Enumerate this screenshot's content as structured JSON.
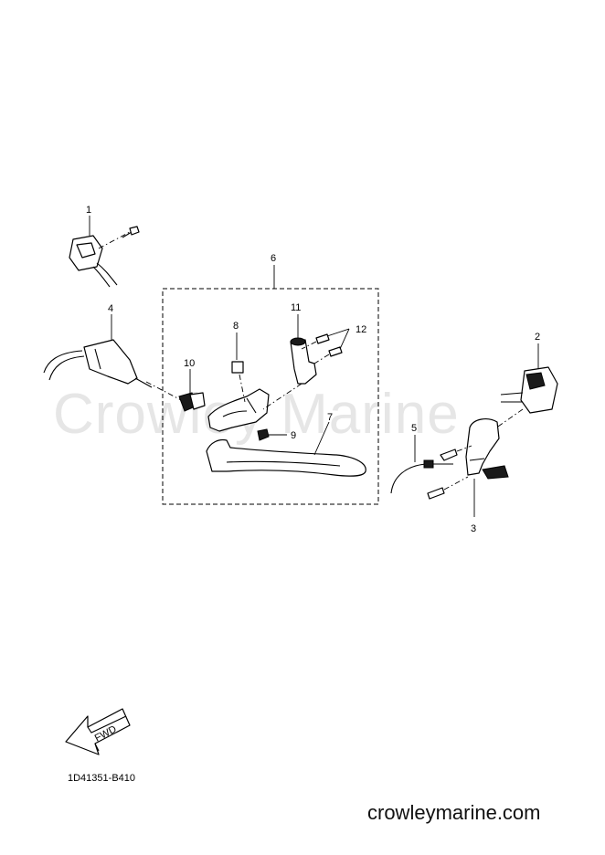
{
  "watermark": "Crowley Marine",
  "callouts": {
    "c1": "1",
    "c2": "2",
    "c3": "3",
    "c4": "4",
    "c5": "5",
    "c6": "6",
    "c7": "7",
    "c8": "8",
    "c9": "9",
    "c10": "10",
    "c11": "11",
    "c12": "12"
  },
  "fwd_arrow": {
    "label": "FWD"
  },
  "diagram_code": "1D41351-B410",
  "site_url": "crowleymarine.com"
}
